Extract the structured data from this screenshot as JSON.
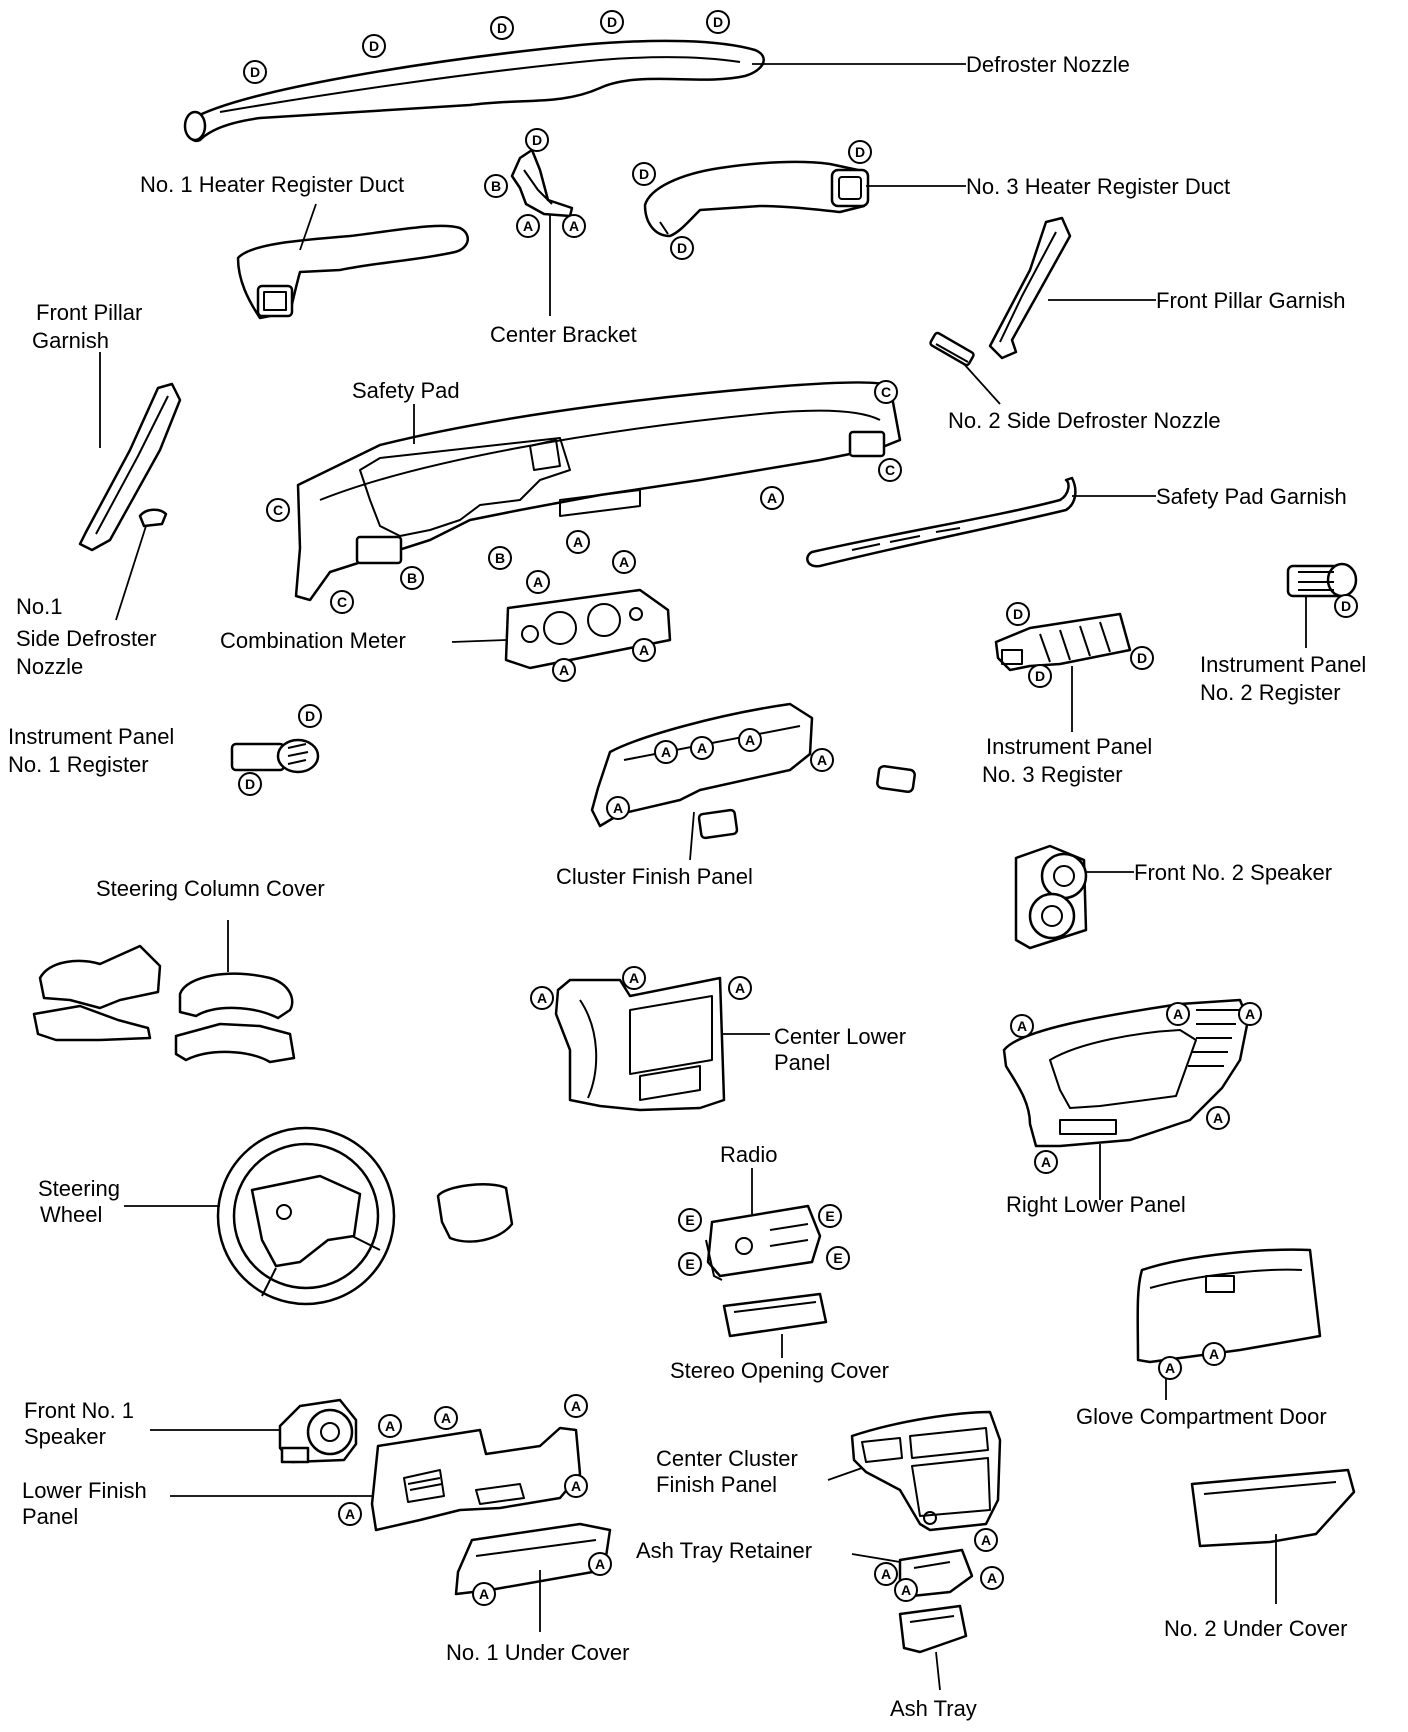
{
  "labels": {
    "defroster_nozzle": "Defroster Nozzle",
    "no1_heater_register_duct": "No. 1 Heater Register Duct",
    "center_bracket": "Center Bracket",
    "no3_heater_register_duct": "No. 3 Heater Register Duct",
    "front_pillar_garnish_left": [
      "Front Pillar",
      "Garnish"
    ],
    "front_pillar_garnish_right": "Front Pillar Garnish",
    "safety_pad": "Safety Pad",
    "no2_side_defroster_nozzle": "No. 2  Side Defroster Nozzle",
    "safety_pad_garnish": "Safety Pad Garnish",
    "no1_side_defroster_nozzle": [
      "No.1",
      "Side Defroster",
      "Nozzle"
    ],
    "combination_meter": "Combination Meter",
    "instrument_panel_no2_register": [
      "Instrument Panel",
      "No. 2 Register"
    ],
    "instrument_panel_no1_register": [
      "Instrument Panel",
      "No. 1 Register"
    ],
    "instrument_panel_no3_register": [
      "Instrument Panel",
      "No. 3 Register"
    ],
    "cluster_finish_panel": "Cluster Finish Panel",
    "front_no2_speaker": "Front No. 2 Speaker",
    "steering_column_cover": "Steering Column Cover",
    "center_lower_panel": [
      "Center Lower",
      "Panel"
    ],
    "right_lower_panel": "Right Lower Panel",
    "radio": "Radio",
    "steering_wheel": [
      "Steering",
      "Wheel"
    ],
    "stereo_opening_cover": "Stereo Opening Cover",
    "glove_compartment_door": "Glove Compartment Door",
    "front_no1_speaker": [
      "Front No. 1",
      "Speaker"
    ],
    "lower_finish_panel": [
      "Lower Finish",
      "Panel"
    ],
    "center_cluster_finish_panel": [
      "Center Cluster",
      "Finish Panel"
    ],
    "ash_tray_retainer": "Ash Tray Retainer",
    "no1_under_cover": "No. 1 Under Cover",
    "no2_under_cover": "No. 2 Under Cover",
    "ash_tray": "Ash Tray"
  },
  "fastener_letters": {
    "A": "A",
    "B": "B",
    "C": "C",
    "D": "D",
    "E": "E"
  },
  "style": {
    "ink": "#000000",
    "paper": "#ffffff"
  }
}
